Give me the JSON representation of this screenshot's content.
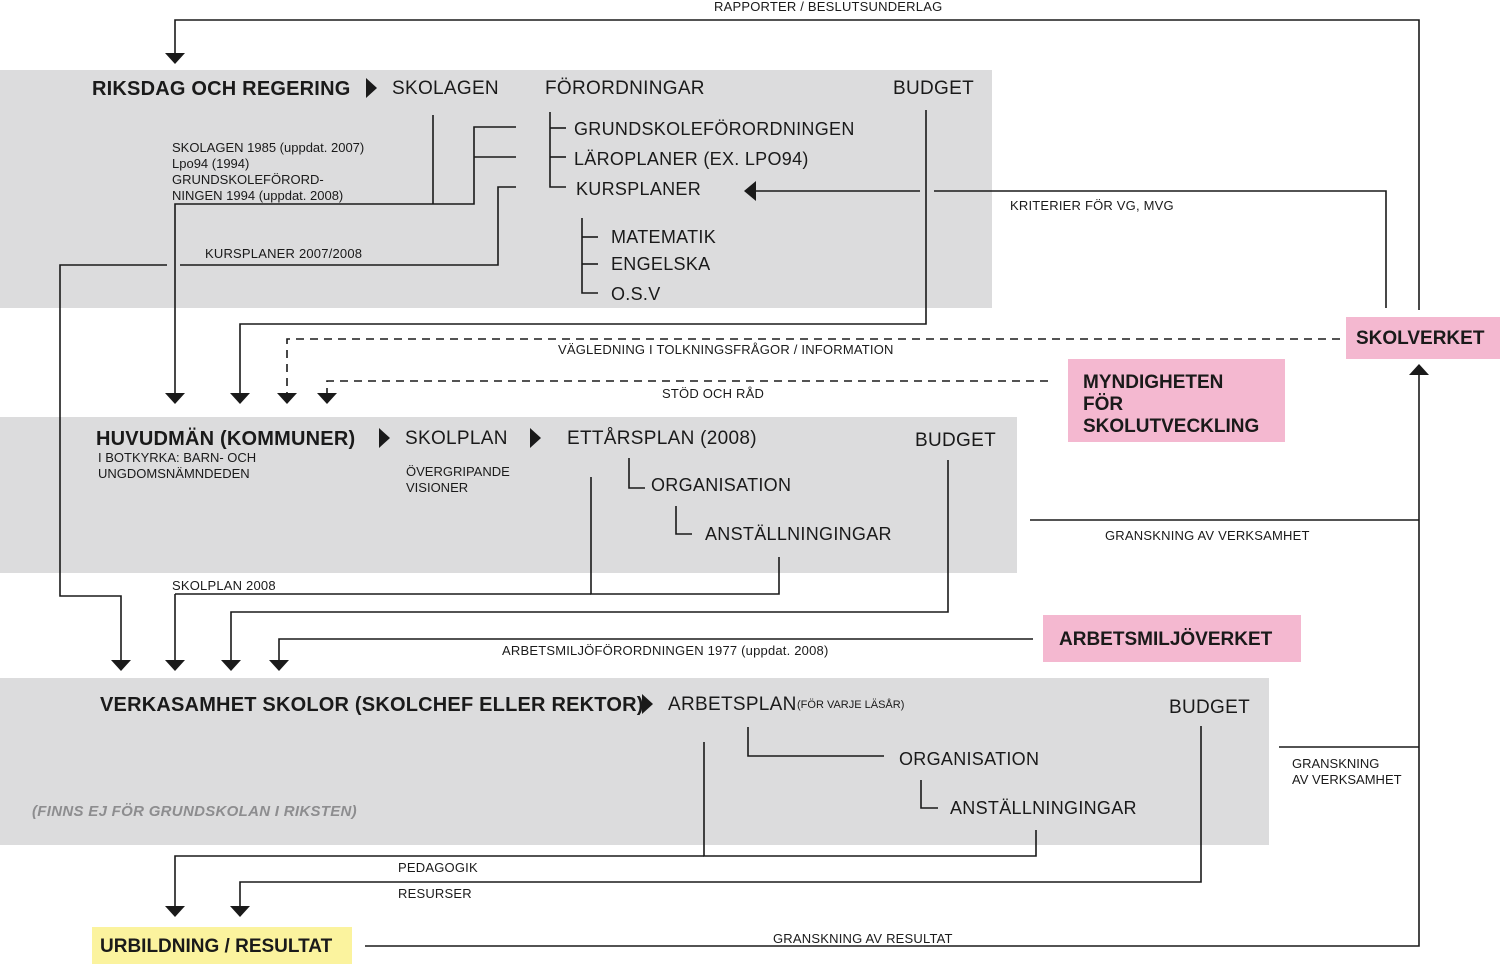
{
  "top_feedback": "RAPPORTER / BESLUTSUNDERLAG",
  "riksdag": {
    "title": "RIKSDAG OCH REGERING",
    "skolagen": "SKOLAGEN",
    "forordningar": "FÖRORDNINGAR",
    "budget": "BUDGET",
    "doc_notes": [
      "SKOLAGEN 1985 (uppdat. 2007)",
      "Lpo94 (1994)",
      "GRUNDSKOLEFÖRORD-",
      "NINGEN 1994 (uppdat. 2008)"
    ],
    "kursplaner_note": "KURSPLANER 2007/2008",
    "items": [
      "GRUNDSKOLEFÖRORDNINGEN",
      "LÄROPLANER (EX. LPO94)",
      "KURSPLANER"
    ],
    "subjects": [
      "MATEMATIK",
      "ENGELSKA",
      "O.S.V"
    ],
    "kriterier": "KRITERIER FÖR VG, MVG"
  },
  "skolverket": "SKOLVERKET",
  "vagledning": "VÄGLEDNING I TOLKNINGSFRÅGOR / INFORMATION",
  "myndigheten": [
    "MYNDIGHETEN",
    "FÖR",
    "SKOLUTVECKLING"
  ],
  "stod": "STÖD OCH RÅD",
  "huvudman": {
    "title": "HUVUDMÄN (KOMMUNER)",
    "sub": [
      "I BOTKYRKA: BARN- OCH",
      "UNGDOMSNÄMNDEDEN"
    ],
    "skolplan": "SKOLPLAN",
    "skolplan_sub": [
      "ÖVERGRIPANDE",
      "VISIONER"
    ],
    "ettarsplan": "ETTÅRSPLAN (2008)",
    "budget": "BUDGET",
    "organisation": "ORGANISATION",
    "anstallningar": "ANSTÄLLNINGINGAR",
    "skolplan_note": "SKOLPLAN 2008"
  },
  "granskning_verksamhet_1": "GRANSKNING AV VERKSAMHET",
  "arbetsmiljoverket": "ARBETSMILJÖVERKET",
  "arbetsmiljo_note": "ARBETSMILJÖFÖRORDNINGEN 1977 (uppdat. 2008)",
  "verksamhet": {
    "title": "VERKASAMHET SKOLOR (SKOLCHEF ELLER REKTOR)",
    "arbetsplan": "ARBETSPLAN",
    "arbetsplan_sub": "(FÖR VARJE LÄSÅR)",
    "budget": "BUDGET",
    "organisation": "ORGANISATION",
    "anstallningar": "ANSTÄLLNINGINGAR",
    "note": "(FINNS EJ FÖR GRUNDSKOLAN I RIKSTEN)"
  },
  "granskning_verksamhet_2": [
    "GRANSKNING",
    "AV VERKSAMHET"
  ],
  "pedagogik": "PEDAGOGIK",
  "resurser": "RESURSER",
  "utbildning": "URBILDNING / RESULTAT",
  "granskning_resultat": "GRANSKNING AV RESULTAT"
}
